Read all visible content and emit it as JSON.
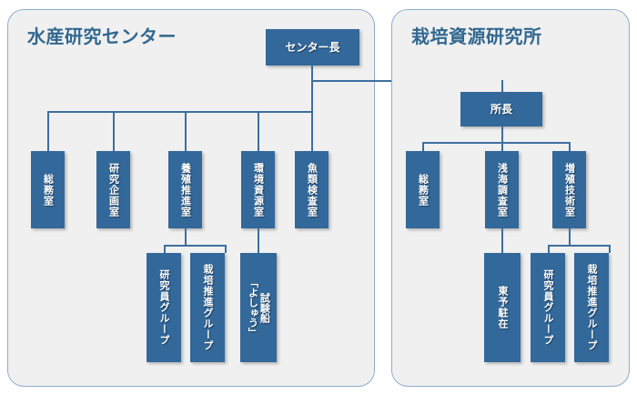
{
  "document": {
    "type": "organization-chart",
    "language": "ja"
  },
  "theme": {
    "panel_fill": "#f0f0f0",
    "panel_border": "#8faed0",
    "box_fill": "#33689a",
    "box_text": "#ffffff",
    "title_text": "#31688f",
    "connector": "#3d6f9e",
    "page_background": "#ffffff"
  },
  "panels": [
    {
      "id": "fisheries-research-center",
      "title": "水産研究センター",
      "root": {
        "label": "センター長"
      },
      "level1": [
        {
          "label": "総務室"
        },
        {
          "label": "研究企画室"
        },
        {
          "label": "養殖推進室"
        },
        {
          "label": "環境資源室"
        },
        {
          "label": "魚類検査室"
        }
      ],
      "level2": [
        {
          "parent": "養殖推進室",
          "label": "研究員グループ"
        },
        {
          "parent": "養殖推進室",
          "label": "栽培推進グループ"
        },
        {
          "parent": "環境資源室",
          "label_lines": [
            "試験船",
            "「よしゅう」"
          ]
        }
      ]
    },
    {
      "id": "cultivation-resources-institute",
      "title": "栽培資源研究所",
      "root": {
        "label": "所長"
      },
      "level1": [
        {
          "label": "総務室"
        },
        {
          "label": "浅海調査室"
        },
        {
          "label": "増殖技術室"
        }
      ],
      "level2": [
        {
          "parent": "浅海調査室",
          "label": "東予駐在"
        },
        {
          "parent": "増殖技術室",
          "label": "研究員グループ"
        },
        {
          "parent": "増殖技術室",
          "label": "栽培推進グループ"
        }
      ]
    }
  ],
  "labels": {
    "center_chief": "センター長",
    "institute_chief": "所長",
    "left_title": "水産研究センター",
    "right_title": "栽培資源研究所",
    "general_affairs": "総務室",
    "research_planning": "研究企画室",
    "aquaculture_promotion": "養殖推進室",
    "environment_resources": "環境資源室",
    "fish_inspection": "魚類検査室",
    "researcher_group": "研究員グループ",
    "cultivation_group": "栽培推進グループ",
    "survey_ship_line1": "試験船",
    "survey_ship_line2": "「よしゅう」",
    "shallow_sea_survey": "浅海調査室",
    "propagation_tech": "増殖技術室",
    "toyo_station": "東予駐在",
    "general_affairs_r": "総務室",
    "researcher_group_r": "研究員グループ",
    "cultivation_group_r": "栽培推進グループ"
  }
}
